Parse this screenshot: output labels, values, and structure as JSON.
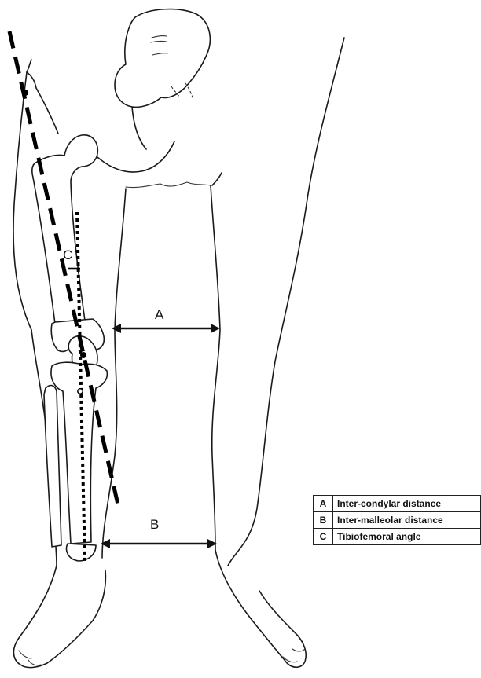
{
  "labels": {
    "a": "A",
    "b": "B",
    "c": "C"
  },
  "legend": [
    {
      "key": "A",
      "description": "Inter-condylar distance"
    },
    {
      "key": "B",
      "description": "Inter-malleolar distance"
    },
    {
      "key": "C",
      "description": "Tibiofemoral angle"
    }
  ],
  "colors": {
    "ink": "#111111",
    "paper": "#ffffff"
  }
}
